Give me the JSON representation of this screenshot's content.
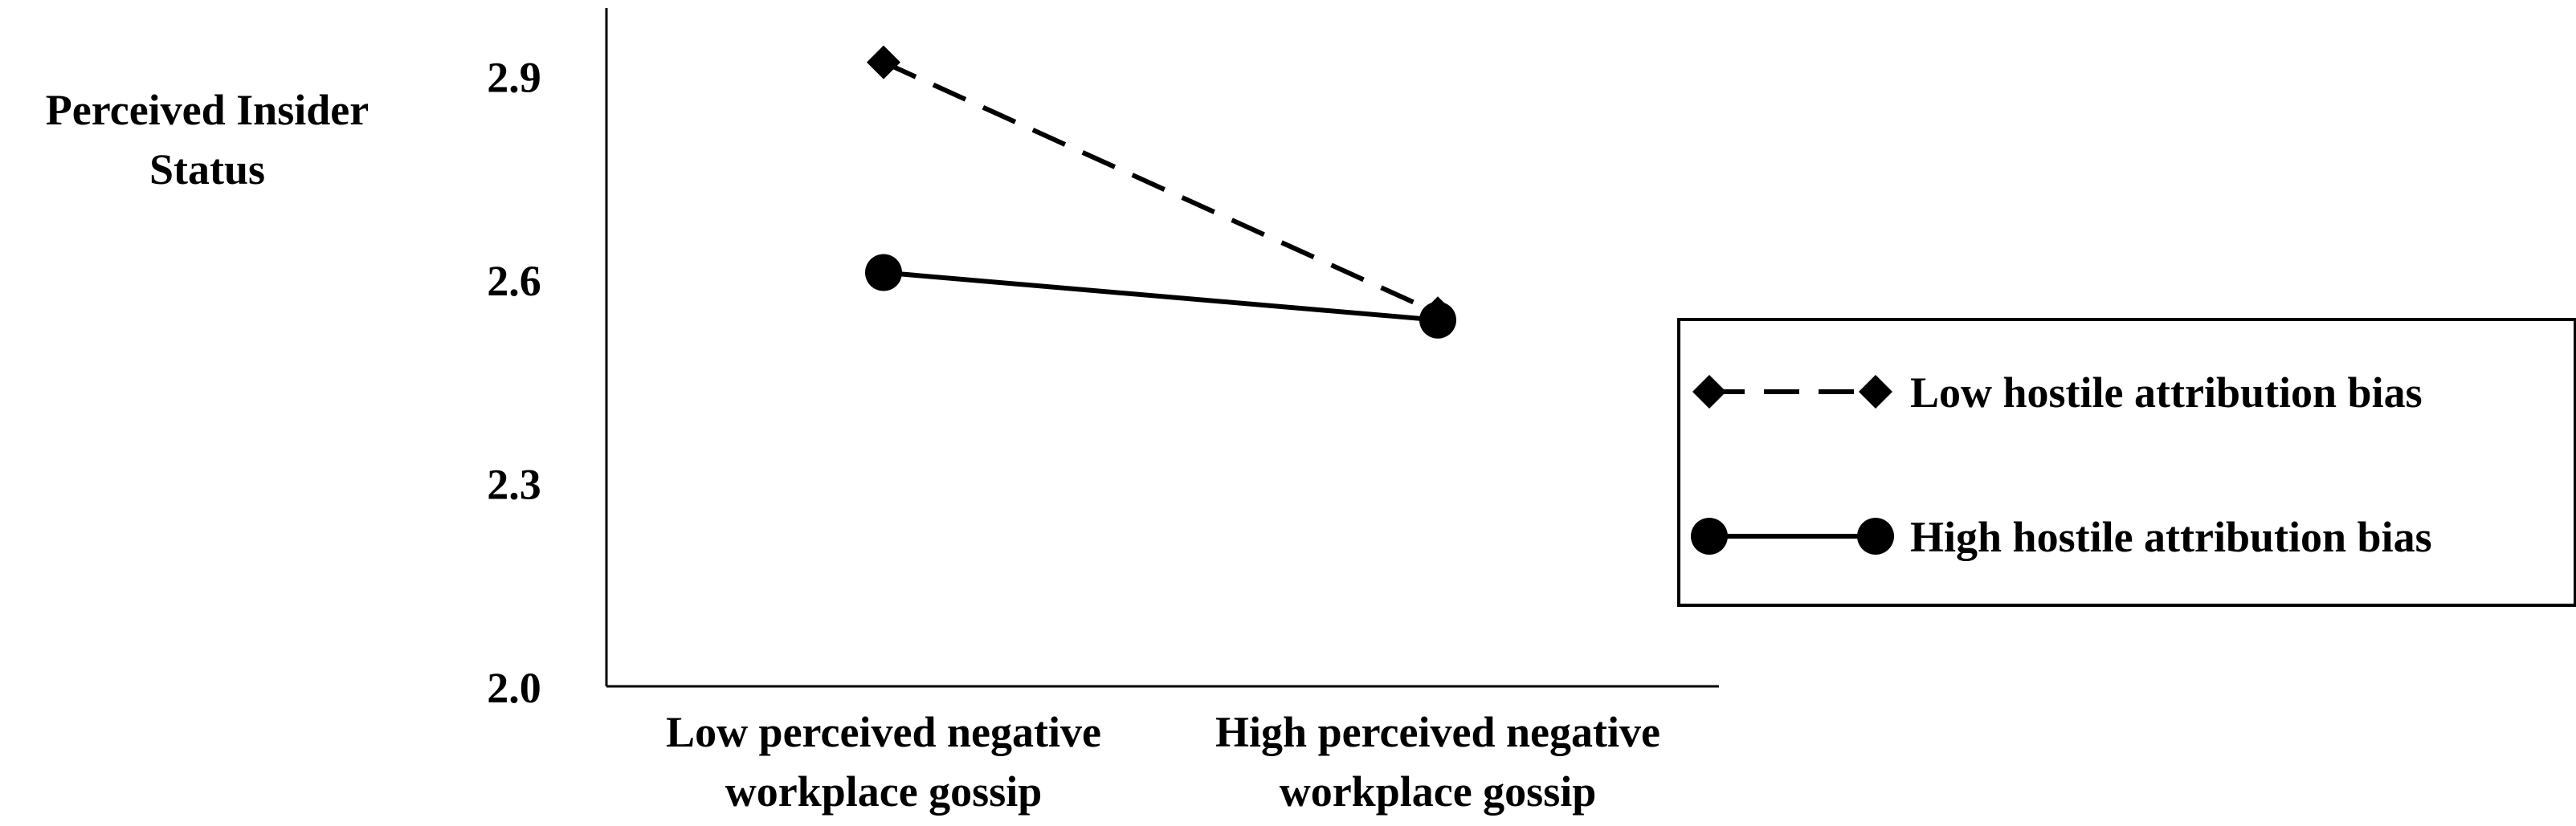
{
  "chart_data": {
    "type": "line",
    "title": "",
    "ylabel": [
      "Perceived Insider",
      "Status"
    ],
    "xlabel": "",
    "categories": [
      [
        "Low perceived negative",
        "workplace gossip"
      ],
      [
        "High perceived negative",
        "workplace gossip"
      ]
    ],
    "ylim": [
      2.0,
      3.0
    ],
    "yticks": [
      "2.0",
      "2.3",
      "2.6",
      "2.9"
    ],
    "grid": false,
    "legend_position": "right",
    "series": [
      {
        "name": "Low hostile attribution bias",
        "values": [
          2.92,
          2.55
        ],
        "line_style": "dashed",
        "marker": "diamond",
        "color": "#000000"
      },
      {
        "name": "High hostile attribution bias",
        "values": [
          2.61,
          2.54
        ],
        "line_style": "solid",
        "marker": "circle",
        "color": "#000000"
      }
    ]
  }
}
